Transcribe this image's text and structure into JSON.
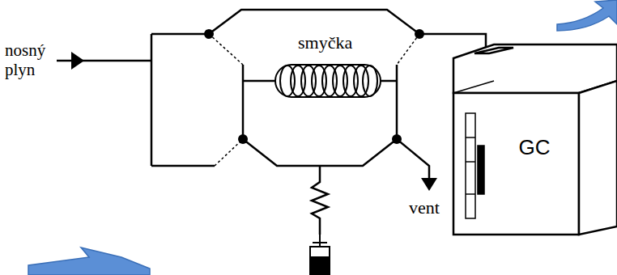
{
  "diagram": {
    "nodes": [
      {
        "text": [
          "GC"
        ]
      }
    ],
    "labels": [
      "nosný plyn",
      "smyčka",
      "vent"
    ]
  }
}
